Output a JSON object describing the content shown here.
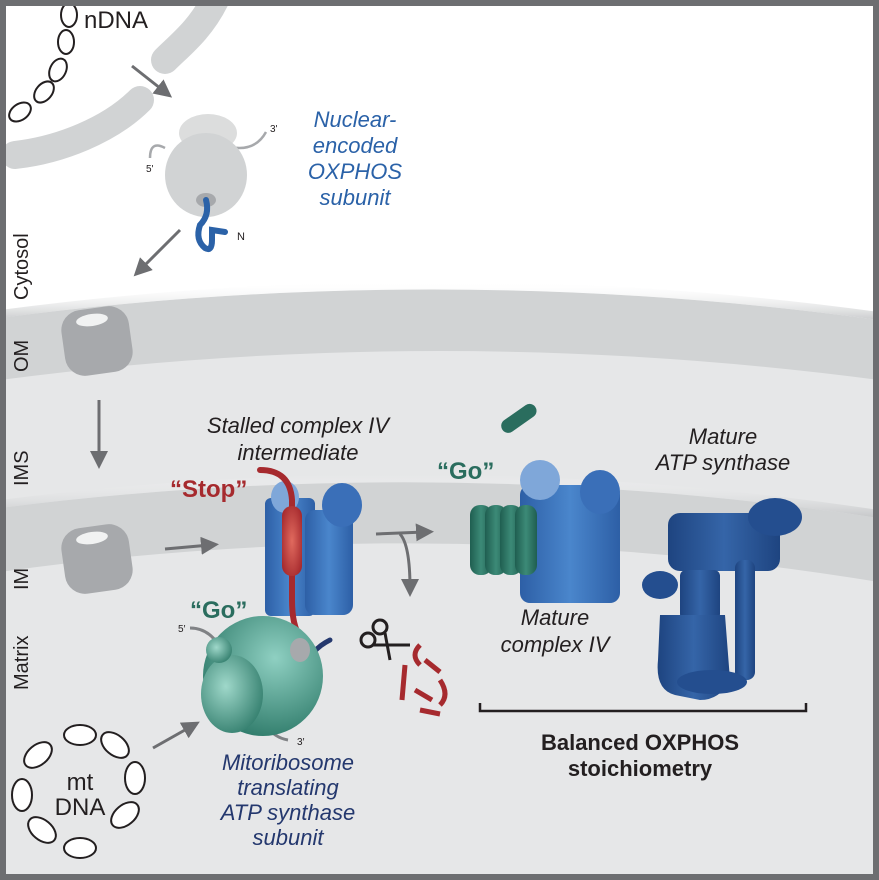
{
  "labels": {
    "ndna": "nDNA",
    "nuclear_subunit": [
      "Nuclear-",
      "encoded",
      "OXPHOS",
      "subunit"
    ],
    "five_prime_cyto": "5'",
    "three_prime_cyto": "3'",
    "n_terminus": "N",
    "stalled": [
      "Stalled complex IV",
      "intermediate"
    ],
    "stop": "“Stop”",
    "go_complex": "“Go”",
    "go_mitoribosome": "“Go”",
    "mature_atp": [
      "Mature",
      "ATP synthase"
    ],
    "mature_civ": [
      "Mature",
      "complex IV"
    ],
    "five_prime_mt": "5′",
    "three_prime_mt": "3′",
    "mtdna": [
      "mt",
      "DNA"
    ],
    "mitoribosome": [
      "Mitoribosome",
      "translating",
      "ATP synthase",
      "subunit"
    ],
    "balanced": [
      "Balanced OXPHOS",
      "stoichiometry"
    ]
  },
  "compartments": [
    "Cytosol",
    "OM",
    "IMS",
    "IM",
    "Matrix"
  ],
  "colors": {
    "frame": "#6d6e71",
    "membrane": "#d1d3d4",
    "ims_matrix": "#e6e7e8",
    "cytosol_ribosome": "#d9dadb",
    "nuclear_blue": "#2b62a8",
    "complex_blue": "#3a6fb8",
    "atp_blue": "#244e8f",
    "stop_red": "#a62a2e",
    "go_green": "#2a6d5e",
    "mito_green": "#4f9e8c",
    "mito_text": "#24386e",
    "arrow": "#6d6e71"
  }
}
